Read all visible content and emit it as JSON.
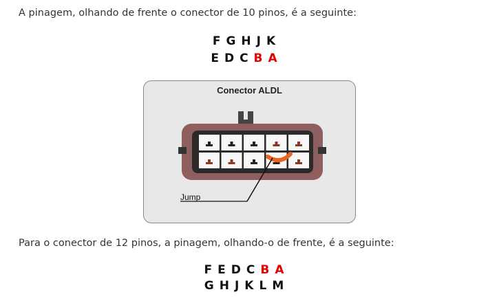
{
  "intro_text": "A pinagem, olhando de frente o conector de 10 pinos, é a seguinte:",
  "pinout_10": {
    "row1": [
      "F",
      "G",
      "H",
      "J",
      "K"
    ],
    "row2": [
      "E",
      "D",
      "C",
      "B",
      "A"
    ],
    "highlighted": [
      "B",
      "A"
    ],
    "highlight_color": "#e00000"
  },
  "figure": {
    "title": "Conector ALDL",
    "jump_label": "Jump"
  },
  "second_text": "Para o conector de 12 pinos, a pinagem, olhando-o de frente, é a seguinte:",
  "pinout_12": {
    "row1": [
      "F",
      "E",
      "D",
      "C",
      "B",
      "A"
    ],
    "row2": [
      "G",
      "H",
      "J",
      "K",
      "L",
      "M"
    ]
  }
}
